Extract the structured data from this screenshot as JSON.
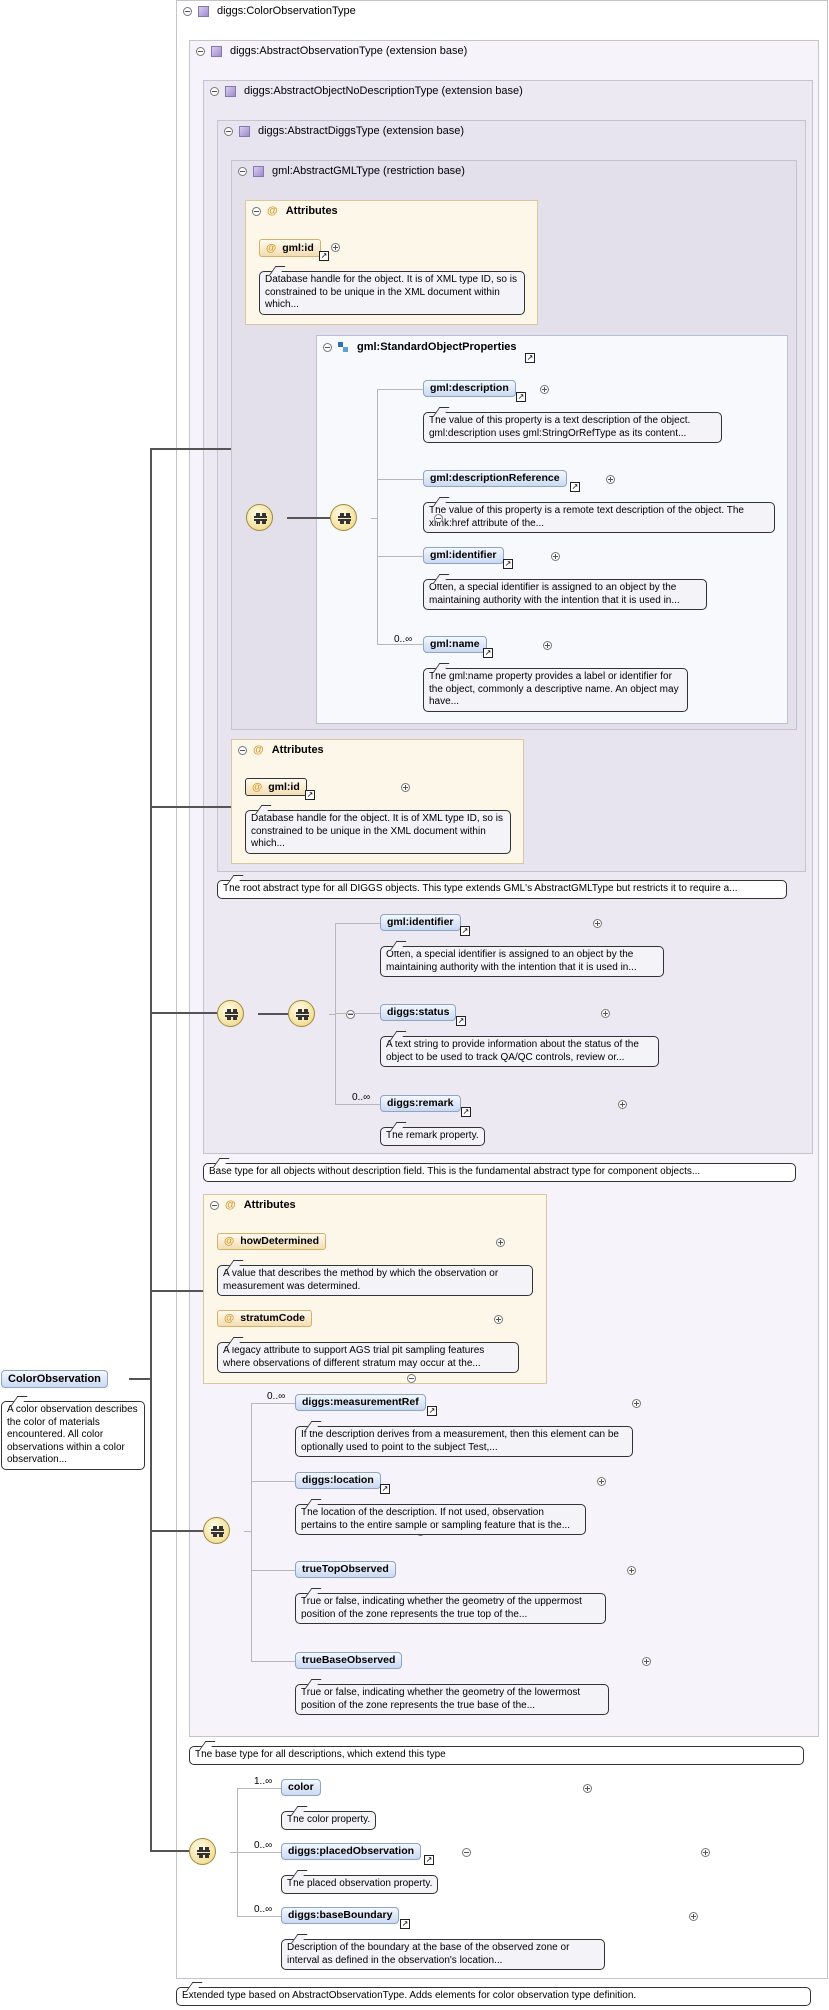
{
  "root": {
    "name": "ColorObservation",
    "desc": "A color observation describes the color of materials encountered. All color observations within a color observation..."
  },
  "types": {
    "color_observation_type": "diggs:ColorObservationType",
    "abstract_observation_type": "diggs:AbstractObservationType (extension base)",
    "abstract_object_no_desc_type": "diggs:AbstractObjectNoDescriptionType (extension base)",
    "abstract_diggs_type": "diggs:AbstractDiggsType (extension base)",
    "abstract_gml_type": "gml:AbstractGMLType (restriction base)"
  },
  "gml_attributes": {
    "title": "Attributes",
    "id_label": "gml:id",
    "id_desc": "Database handle for the object. It is of XML type ID, so is constrained to be unique in the XML document within which..."
  },
  "std_props": {
    "title": "gml:StandardObjectProperties",
    "items": [
      {
        "label": "gml:description",
        "desc": "The value of this property is a text description of the object. gml:description uses gml:StringOrRefType as its content..."
      },
      {
        "label": "gml:descriptionReference",
        "desc": "The value of this property is a remote text description of the object. The xlink:href attribute of the..."
      },
      {
        "label": "gml:identifier",
        "desc": "Often, a special identifier is assigned to an object by the maintaining authority with the intention that it is used in..."
      },
      {
        "label": "gml:name",
        "desc": "The gml:name property provides a label or identifier for the object, commonly a descriptive name. An object may have...",
        "card": "0..∞"
      }
    ]
  },
  "diggs_attributes": {
    "title": "Attributes",
    "id_label": "gml:id",
    "id_desc": "Database handle for the object. It is of XML type ID, so is constrained to be unique in the XML document within which..."
  },
  "diggs_type_desc": "The root abstract type for all DIGGS objects. This type extends GML's AbstractGMLType but restricts it to require a...",
  "nodesc_seq": [
    {
      "label": "gml:identifier",
      "desc": "Often, a special identifier is assigned to an object by the maintaining authority with the intention that it is used in..."
    },
    {
      "label": "diggs:status",
      "desc": "A text string to provide information about the status of the object to be used to track QA/QC controls, review or..."
    },
    {
      "label": "diggs:remark",
      "desc": "The remark property.",
      "card": "0..∞"
    }
  ],
  "nodesc_type_desc": "Base type for all objects without description field. This is the fundamental abstract type for component objects...",
  "obs_attributes": {
    "title": "Attributes",
    "items": [
      {
        "label": "howDetermined",
        "desc": "A value that describes the method by which the observation or measurement was determined."
      },
      {
        "label": "stratumCode",
        "desc": "A legacy attribute to support AGS trial pit sampling features where observations of different stratum may occur at the..."
      }
    ]
  },
  "obs_seq": [
    {
      "label": "diggs:measurementRef",
      "desc": "If the description derives from a measurement, then this element can be optionally used to point to the subject Test,...",
      "card": "0..∞"
    },
    {
      "label": "diggs:location",
      "desc": "The location of the description. If not used, observation pertains to the entire sample or sampling feature that is the..."
    },
    {
      "label": "trueTopObserved",
      "desc": "True or false, indicating whether the geometry of the uppermost position of the zone represents the true top of the..."
    },
    {
      "label": "trueBaseObserved",
      "desc": "True or false, indicating whether the geometry of the lowermost position of the zone represents the true base of the..."
    }
  ],
  "obs_type_desc": "The base type for all descriptions, which extend this type",
  "color_seq": [
    {
      "label": "color",
      "desc": "The color property.",
      "card": "1..∞"
    },
    {
      "label": "diggs:placedObservation",
      "desc": "The placed observation property.",
      "card": "0..∞"
    },
    {
      "label": "diggs:baseBoundary",
      "desc": "Description of the boundary at the base of the observed zone or interval as defined in the observation's location...",
      "card": "0..∞"
    }
  ],
  "color_type_desc": "Extended type based on AbstractObservationType. Adds elements for color observation type definition."
}
